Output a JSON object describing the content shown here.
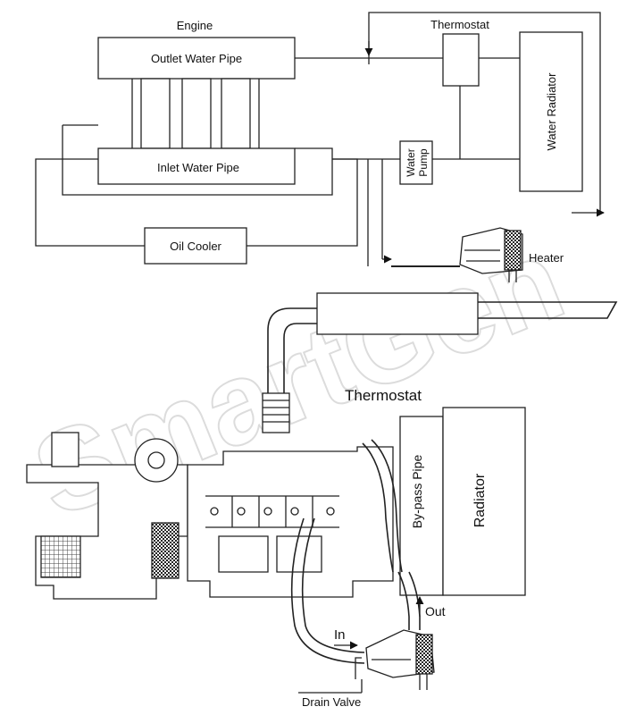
{
  "schematic": {
    "engine_label": "Engine",
    "outlet_pipe_label": "Outlet Water Pipe",
    "inlet_pipe_label": "Inlet Water Pipe",
    "oil_cooler_label": "Oil Cooler",
    "thermostat_label": "Thermostat",
    "water_pump_line1": "Water",
    "water_pump_line2": "Pump",
    "radiator_label": "Water Radiator",
    "heater_label": "Heater"
  },
  "illustration": {
    "thermostat_label": "Thermostat",
    "bypass_label": "By-pass Pipe",
    "radiator_label": "Radiator",
    "out_label": "Out",
    "in_label": "In",
    "drain_valve_label": "Drain Valve"
  }
}
